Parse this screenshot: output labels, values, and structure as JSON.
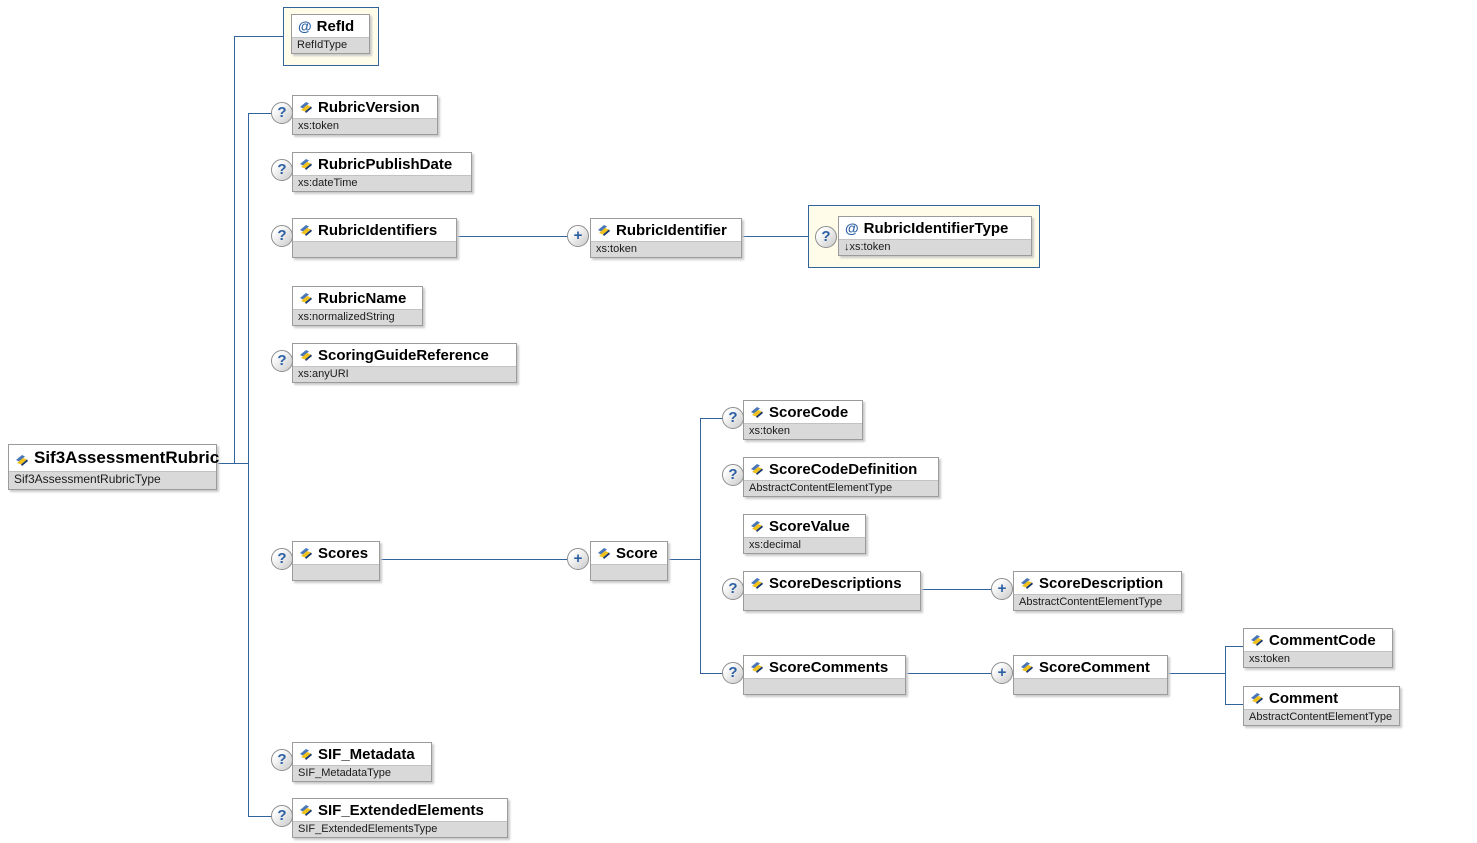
{
  "diagram_title": "Sif3AssessmentRubric schema diagram",
  "badges": {
    "optional": "?",
    "repeat": "+",
    "attribute": "@"
  },
  "colors": {
    "line_blue": "#31639c",
    "badge_glyph_blue": "#2b5fa3",
    "type_row_gray": "#d9d9d9",
    "attribute_group_yellow": "#fffdea",
    "element_icon_yellow": "#f2c21c",
    "element_icon_blue": "#4a76b8",
    "element_icon_navy": "#16356e"
  },
  "nodes": {
    "root": {
      "name": "Sif3AssessmentRubric",
      "type": "Sif3AssessmentRubricType"
    },
    "refId": {
      "name": "RefId",
      "type": "RefIdType"
    },
    "rubricVersion": {
      "name": "RubricVersion",
      "type": "xs:token"
    },
    "rubricPublishDate": {
      "name": "RubricPublishDate",
      "type": "xs:dateTime"
    },
    "rubricIdentifiers": {
      "name": "RubricIdentifiers",
      "type": ""
    },
    "rubricIdentifier": {
      "name": "RubricIdentifier",
      "type": "xs:token"
    },
    "rubricIdentifierType": {
      "name": "RubricIdentifierType",
      "type": "↓xs:token"
    },
    "rubricName": {
      "name": "RubricName",
      "type": "xs:normalizedString"
    },
    "scoringGuideReference": {
      "name": "ScoringGuideReference",
      "type": "xs:anyURI"
    },
    "scores": {
      "name": "Scores",
      "type": ""
    },
    "score": {
      "name": "Score",
      "type": ""
    },
    "scoreCode": {
      "name": "ScoreCode",
      "type": "xs:token"
    },
    "scoreCodeDefinition": {
      "name": "ScoreCodeDefinition",
      "type": "AbstractContentElementType"
    },
    "scoreValue": {
      "name": "ScoreValue",
      "type": "xs:decimal"
    },
    "scoreDescriptions": {
      "name": "ScoreDescriptions",
      "type": ""
    },
    "scoreDescription": {
      "name": "ScoreDescription",
      "type": "AbstractContentElementType"
    },
    "scoreComments": {
      "name": "ScoreComments",
      "type": ""
    },
    "scoreComment": {
      "name": "ScoreComment",
      "type": ""
    },
    "commentCode": {
      "name": "CommentCode",
      "type": "xs:token"
    },
    "comment": {
      "name": "Comment",
      "type": "AbstractContentElementType"
    },
    "sifMetadata": {
      "name": "SIF_Metadata",
      "type": "SIF_MetadataType"
    },
    "sifExtendedElements": {
      "name": "SIF_ExtendedElements",
      "type": "SIF_ExtendedElementsType"
    }
  }
}
